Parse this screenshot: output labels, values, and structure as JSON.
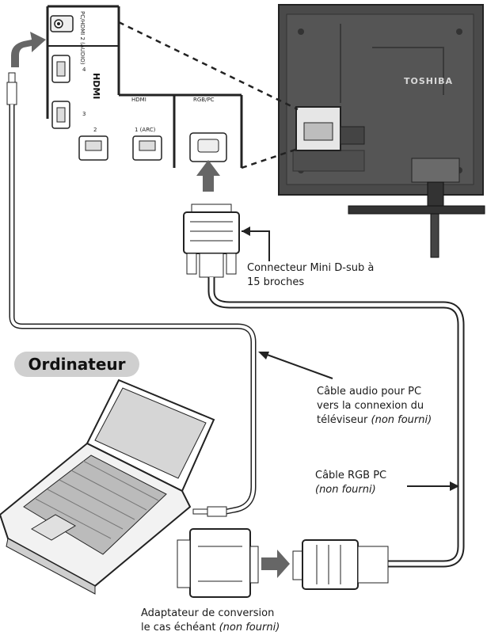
{
  "tv": {
    "brand": "TOSHIBA"
  },
  "ports": {
    "hdmi_title": "HDMI",
    "hdmi_label": "HDMI",
    "rgb_label": "RGB/PC",
    "pc_audio_label": "PC/HDMI 2 (AUDIO)",
    "hdmi_numbers": [
      "4",
      "3",
      "2",
      "1 (ARC)"
    ]
  },
  "labels": {
    "computer": "Ordinateur",
    "connector_line1": "Connecteur Mini D-sub à",
    "connector_line2": "15 broches",
    "audio_line1": "Câble audio pour PC",
    "audio_line2": "vers la connexion du",
    "audio_line3": "téléviseur",
    "audio_note": "(non fourni)",
    "rgb_line1": "Câble RGB PC",
    "rgb_note": "(non fourni)",
    "adapter_line1": "Adaptateur de conversion",
    "adapter_line2": "le cas échéant",
    "adapter_note": "(non fourni)"
  }
}
